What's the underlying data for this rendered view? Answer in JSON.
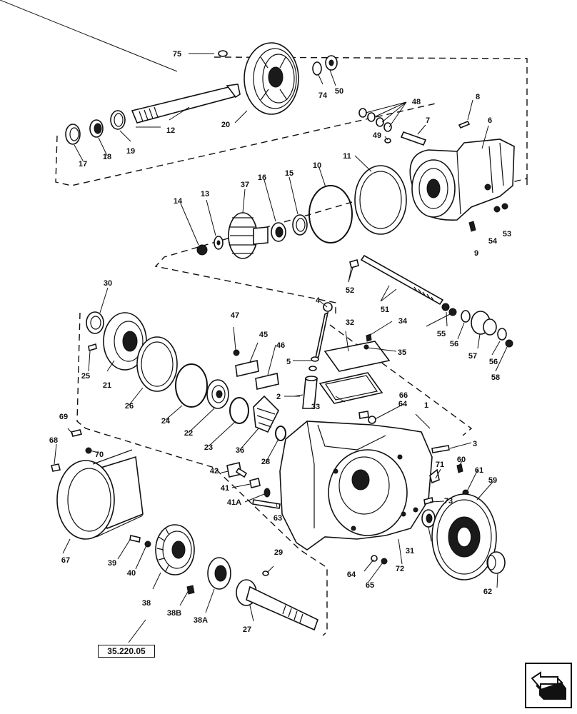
{
  "diagram": {
    "reference_code": "35.220.05",
    "part_numbers": [
      "1",
      "2",
      "3",
      "4",
      "5",
      "6",
      "7",
      "8",
      "9",
      "10",
      "11",
      "12",
      "13",
      "14",
      "15",
      "16",
      "17",
      "18",
      "19",
      "20",
      "21",
      "22",
      "23",
      "24",
      "25",
      "26",
      "27",
      "28",
      "29",
      "30",
      "31",
      "32",
      "33",
      "34",
      "35",
      "36",
      "37",
      "38",
      "38A",
      "38B",
      "39",
      "40",
      "41",
      "41A",
      "42",
      "45",
      "46",
      "47",
      "48",
      "49",
      "50",
      "51",
      "52",
      "53",
      "54",
      "55",
      "56",
      "57",
      "58",
      "59",
      "60",
      "61",
      "62",
      "63",
      "64",
      "65",
      "66",
      "67",
      "68",
      "69",
      "70",
      "71",
      "72",
      "73",
      "74",
      "75"
    ]
  },
  "navigation": {
    "icon": "arrow-left-icon"
  }
}
